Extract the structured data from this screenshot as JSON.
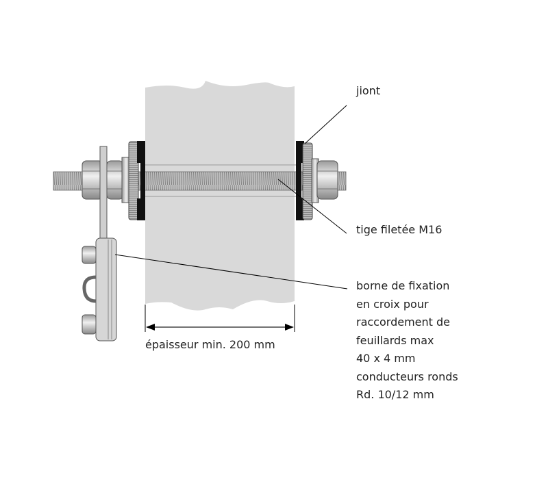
{
  "labels": {
    "seal": "jiont",
    "rod": "tige filetée M16",
    "terminal": [
      "borne de fixation",
      "en croix pour",
      "raccordement de",
      "feuillards max",
      "40 x 4 mm",
      "conducteurs ronds",
      "Rd. 10/12 mm"
    ],
    "thickness": "épaisseur min. 200 mm"
  },
  "colors": {
    "wall": "#d9d9d9",
    "metal": "#c8c8c8",
    "seal": "#111111",
    "line": "#000000"
  }
}
